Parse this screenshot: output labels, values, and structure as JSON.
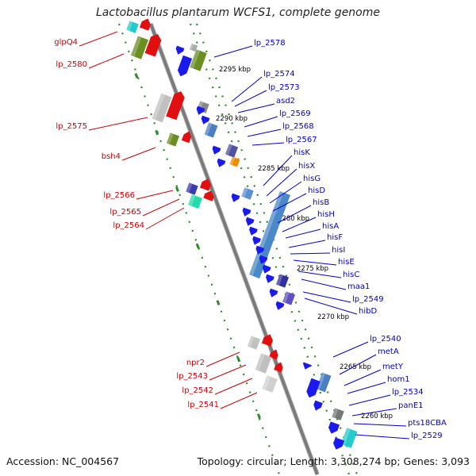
{
  "title": "Lactobacillus plantarum WCFS1, complete genome",
  "footer": {
    "accession": "Accession: NC_004567",
    "summary": "Topology: circular; Length: 3,308,274 bp; Genes: 3,093"
  },
  "colors": {
    "backbone": "#8a8a8a",
    "dots": "#2a8a2a",
    "reverse_label": "#cc0000",
    "forward_label": "#0000cc"
  },
  "kbp_ticks": [
    "2295 kbp",
    "2290 kbp",
    "2285 kbp",
    "2280 kbp",
    "2275 kbp",
    "2270 kbp",
    "2265 kbp",
    "2260 kbp"
  ],
  "reverse_genes": [
    "glpQ4",
    "lp_2580",
    "lp_2575",
    "bsh4",
    "lp_2566",
    "lp_2565",
    "lp_2564",
    "npr2",
    "lp_2543",
    "lp_2542",
    "lp_2541"
  ],
  "forward_genes": [
    "lp_2578",
    "lp_2574",
    "lp_2573",
    "asd2",
    "lp_2569",
    "lp_2568",
    "lp_2567",
    "hisK",
    "hisX",
    "hisG",
    "hisD",
    "hisB",
    "hisH",
    "hisA",
    "hisF",
    "hisI",
    "hisE",
    "hisC",
    "maa1",
    "lp_2549",
    "hibD",
    "lp_2540",
    "metA",
    "metY",
    "hom1",
    "lp_2534",
    "panE1",
    "pts18CBA",
    "lp_2529"
  ]
}
